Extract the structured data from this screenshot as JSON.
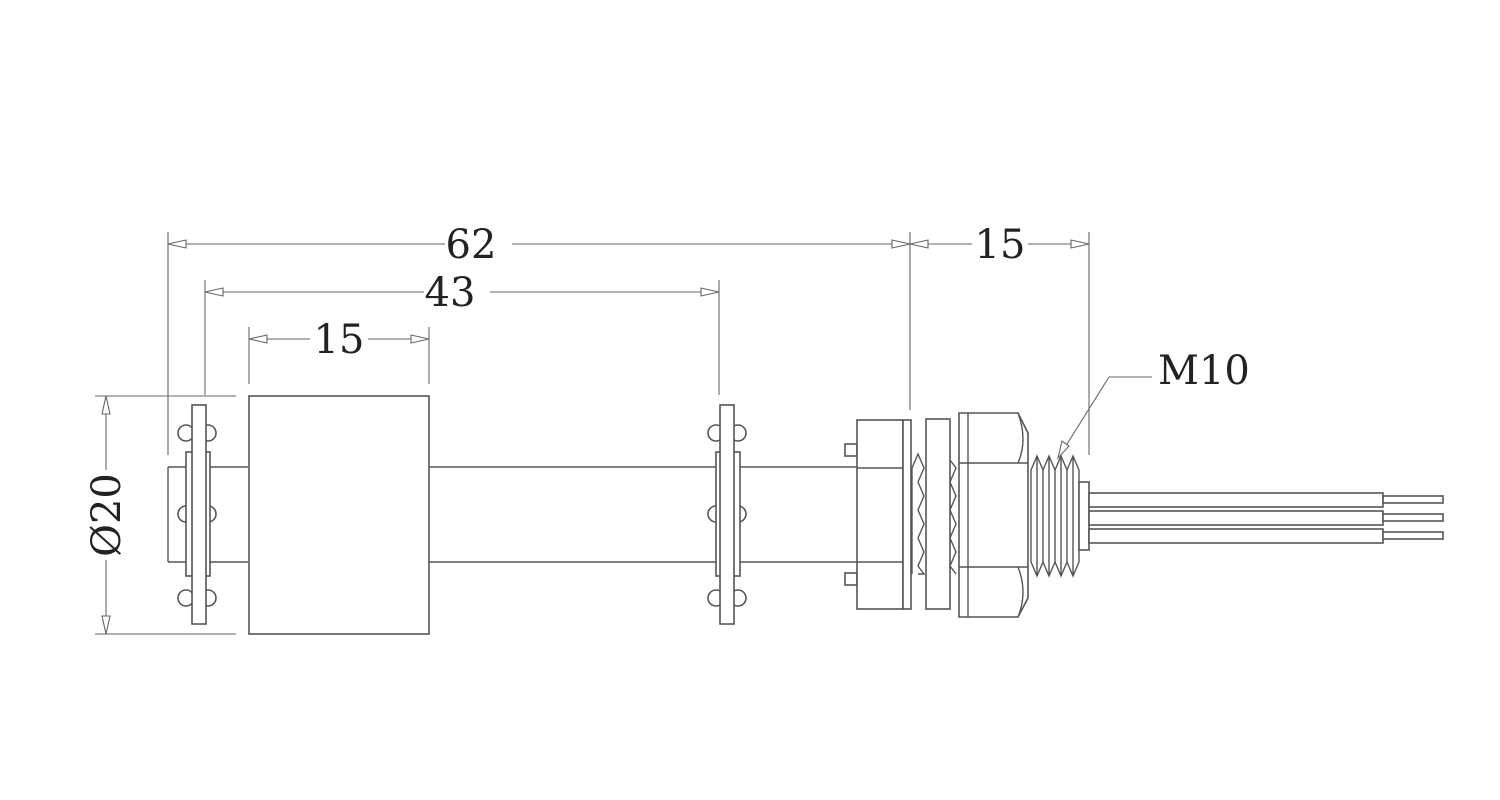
{
  "dimensions": {
    "overall_length": "62",
    "float_span": "43",
    "float_length": "15",
    "thread_length": "15",
    "diameter": "Ø20"
  },
  "callouts": {
    "thread": "M10"
  },
  "colors": {
    "line": "#555555",
    "text": "#222222",
    "background": "#ffffff"
  }
}
